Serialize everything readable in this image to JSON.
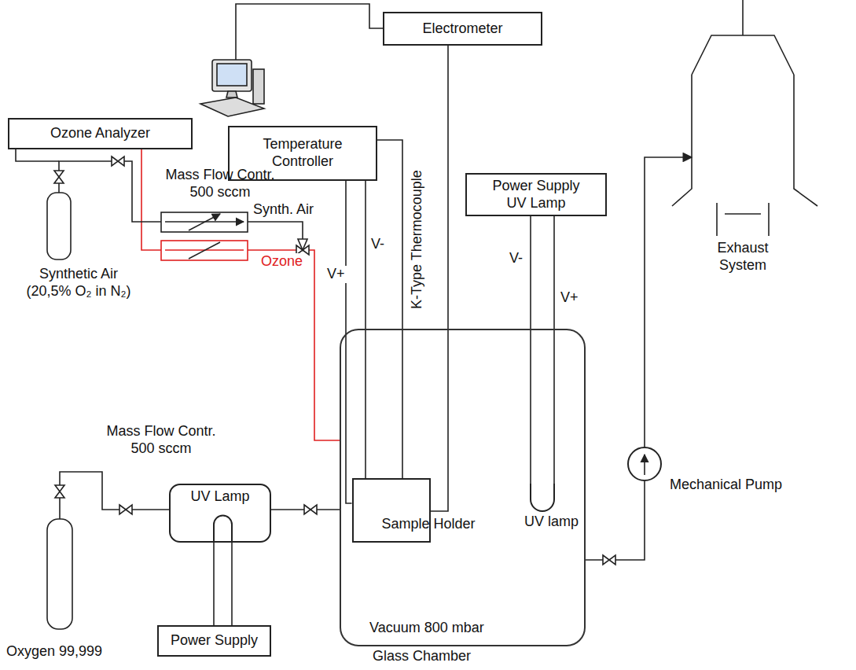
{
  "diagram": {
    "nodes": [
      {
        "text": [
          "Electrometer"
        ]
      },
      {
        "text": [
          "Ozone Analyzer"
        ]
      },
      {
        "text": [
          "Temperature Controller"
        ]
      },
      {
        "text": [
          "Power Supply UV Lamp"
        ]
      },
      {
        "text": [
          "Exhaust System"
        ]
      },
      {
        "text": [
          "Vacuum 800 mbar",
          "Glass Chamber"
        ]
      },
      {
        "text": [
          "Sample Holder"
        ],
        "in": 5
      },
      {
        "text": [
          "UV lamp"
        ],
        "in": 5
      },
      {
        "text": [
          "Mechanical Pump"
        ]
      },
      {
        "text": [
          "UV Lamp"
        ]
      },
      {
        "text": [
          "Power Supply"
        ]
      }
    ],
    "edges": [
      {
        "from": 0,
        "to": 6,
        "arrow": "none"
      },
      {
        "from": 2,
        "to": 6,
        "label": "V+",
        "arrow": "none"
      },
      {
        "from": 2,
        "to": 6,
        "label": "V-",
        "arrow": "none"
      },
      {
        "from": 2,
        "to": 6,
        "label": "K-Type Thermocouple",
        "arrow": "none"
      },
      {
        "from": 3,
        "to": 7,
        "label": "V-",
        "arrow": "none"
      },
      {
        "from": 3,
        "to": 7,
        "label": "V+",
        "arrow": "none"
      },
      {
        "from": 1,
        "to": 5,
        "label": "Ozone",
        "arrow": "none"
      },
      {
        "from": 10,
        "to": 9,
        "arrow": "none"
      },
      {
        "from": 9,
        "to": 5,
        "arrow": "none"
      },
      {
        "from": 5,
        "to": 8,
        "arrow": "none"
      },
      {
        "from": 8,
        "to": 4,
        "arrow": "to"
      }
    ],
    "labels": [
      "Mass Flow Contr. 500 sccm",
      "Synth. Air",
      "Synthetic Air (20,5% O₂ in N₂)",
      "Mass Flow Contr. 500 sccm",
      "Oxygen 99,999"
    ]
  }
}
